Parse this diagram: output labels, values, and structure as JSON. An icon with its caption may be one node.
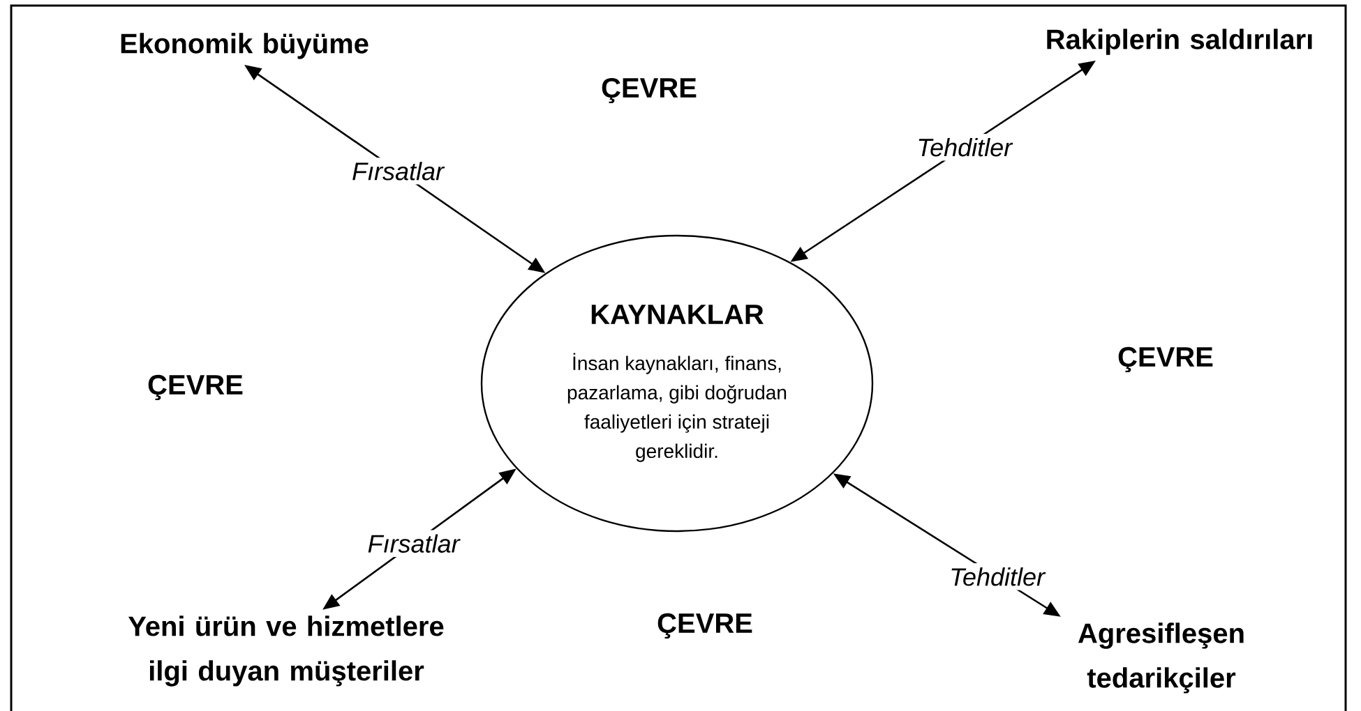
{
  "diagram": {
    "nodes": [
      {
        "text": [
          "KAYNAKLAR",
          "İnsan kaynakları, finans, pazarlama, gibi doğrudan faaliyetleri için strateji gereklidir."
        ]
      },
      {
        "text": [
          "Ekonomik büyüme"
        ]
      },
      {
        "text": [
          "Rakiplerin saldırıları"
        ]
      },
      {
        "text": [
          "Yeni ürün ve hizmetlere ilgi duyan müşteriler"
        ]
      },
      {
        "text": [
          "Agresifleşen tedarikçiler"
        ]
      }
    ],
    "edges": [
      {
        "from": 0,
        "to": 1,
        "arrow": "both",
        "label": "Fırsatlar"
      },
      {
        "from": 0,
        "to": 2,
        "arrow": "both",
        "label": "Tehditler"
      },
      {
        "from": 0,
        "to": 3,
        "arrow": "both",
        "label": "Fırsatlar"
      },
      {
        "from": 0,
        "to": 4,
        "arrow": "both",
        "label": "Tehditler"
      }
    ],
    "labels": [
      "ÇEVRE",
      "ÇEVRE",
      "ÇEVRE",
      "ÇEVRE"
    ]
  }
}
